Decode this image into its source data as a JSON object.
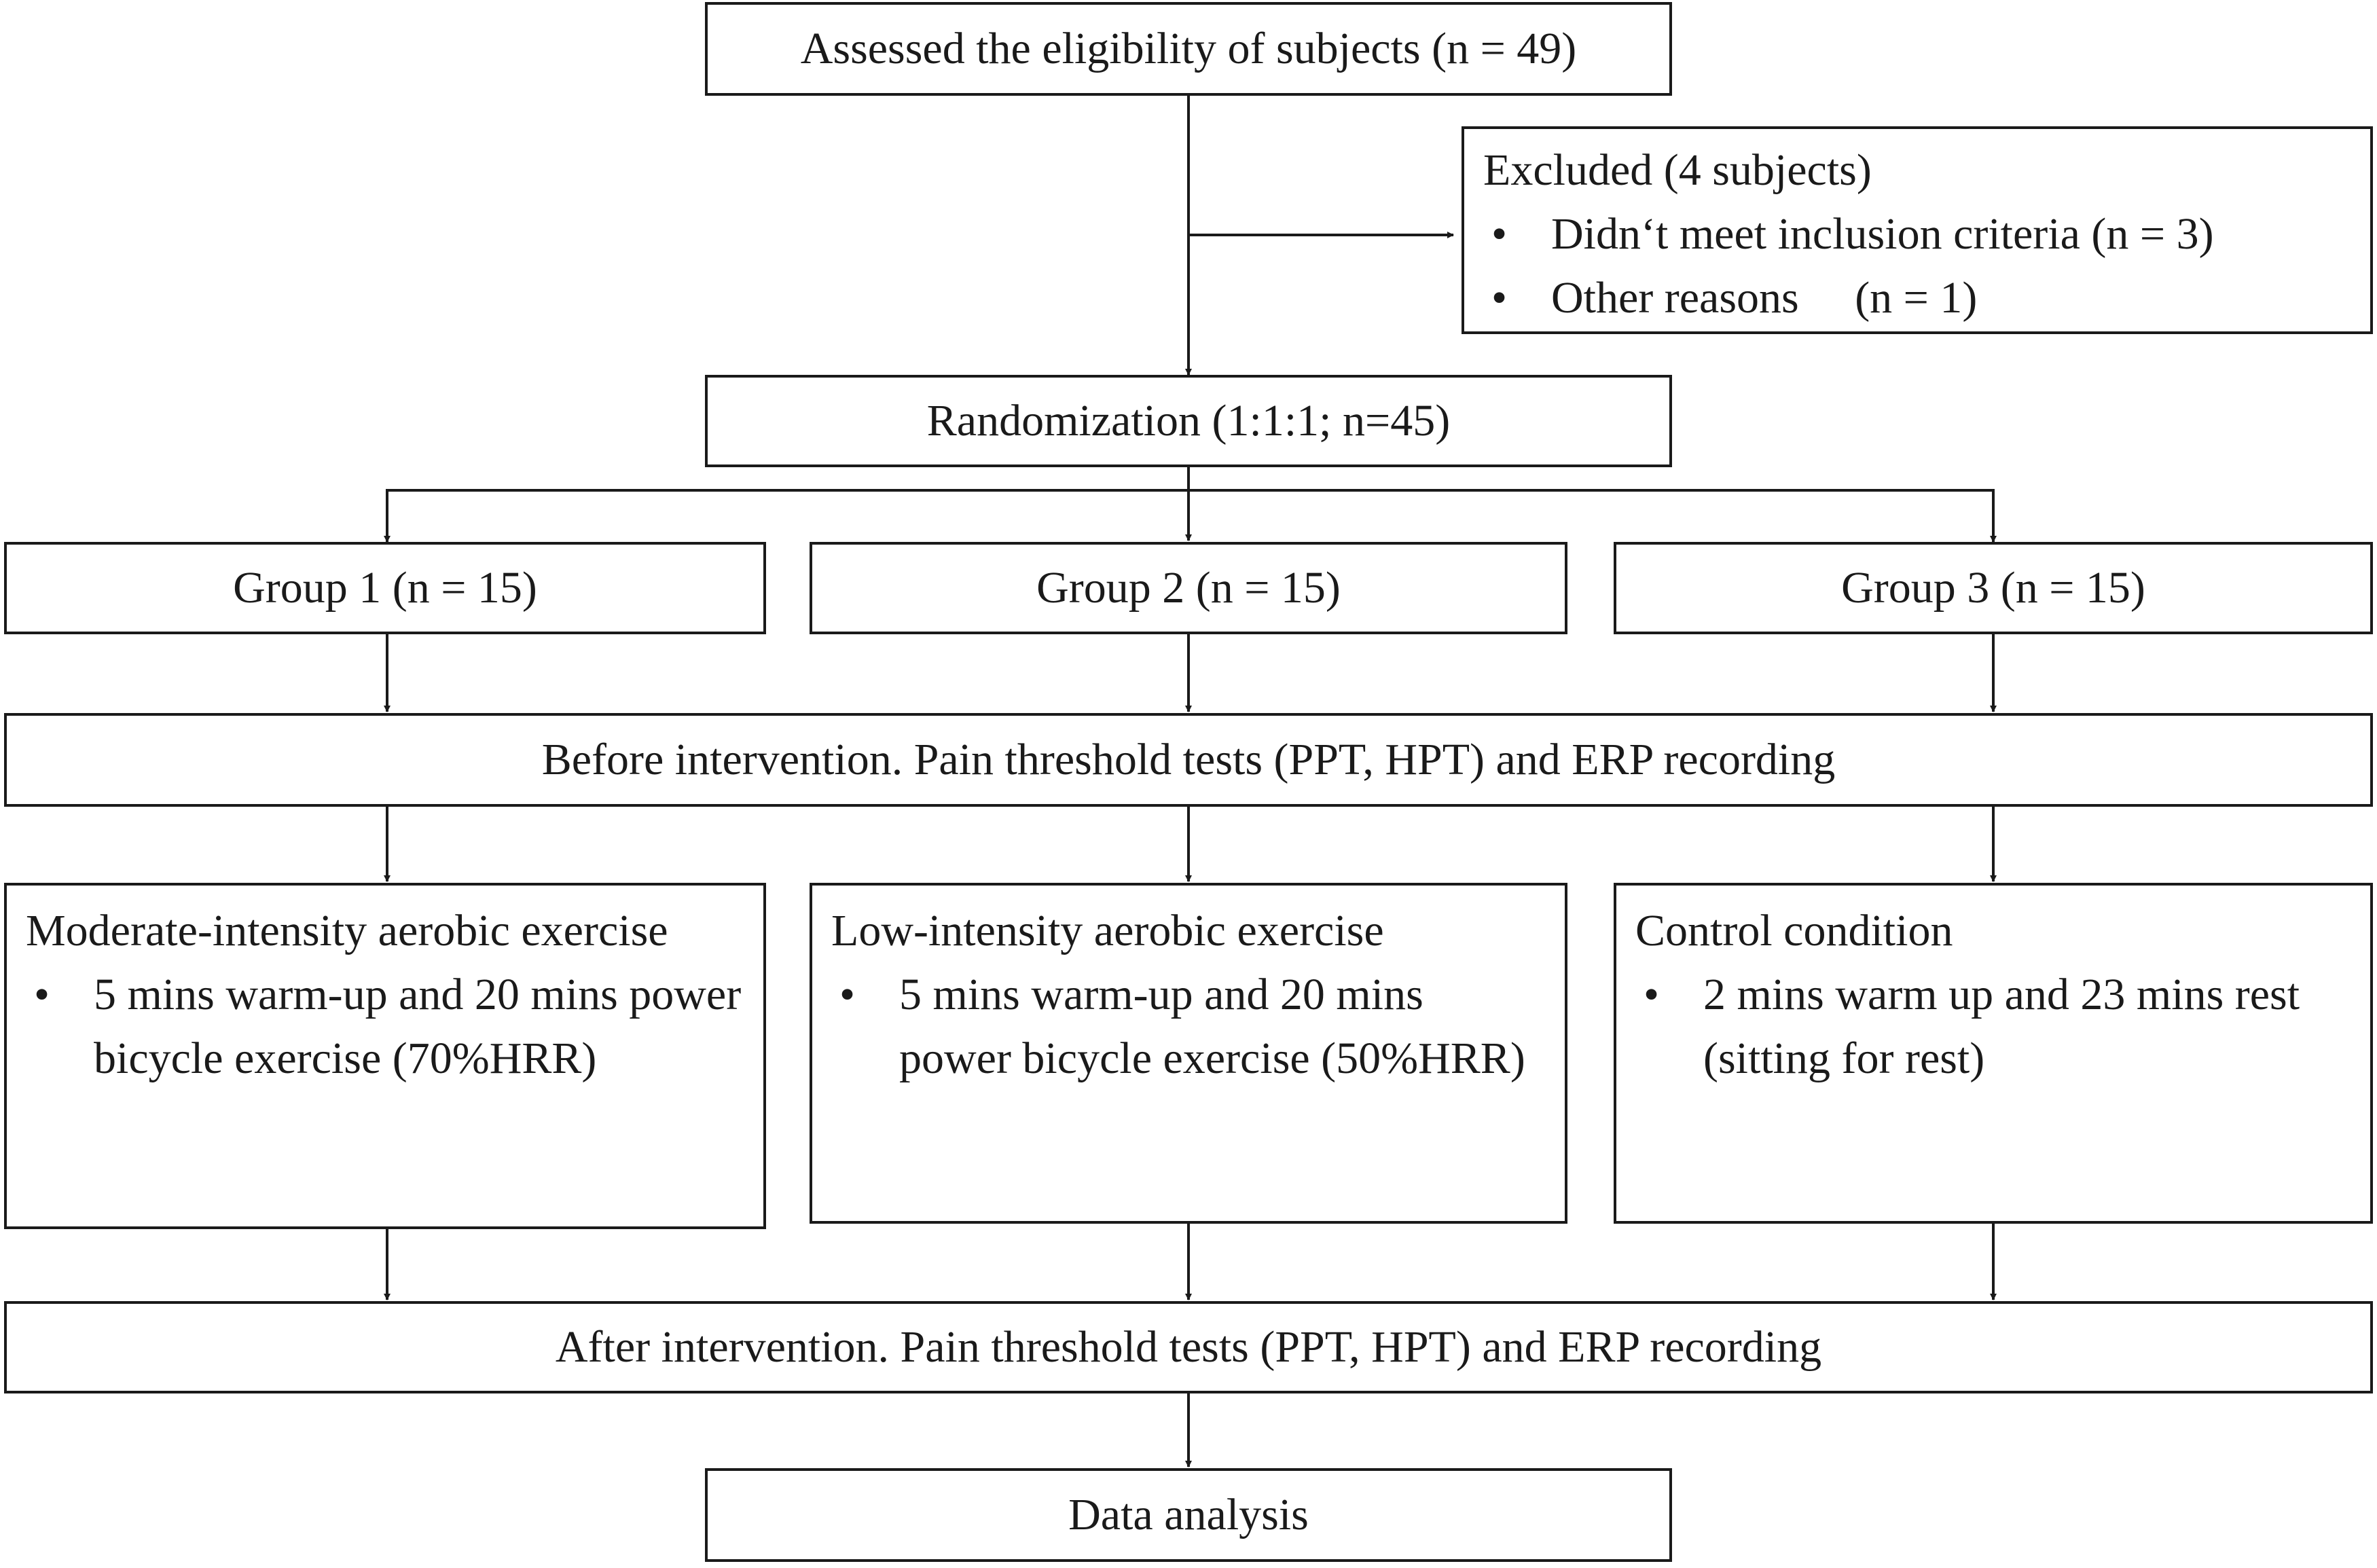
{
  "colors": {
    "line": "#1a1a1a",
    "background": "#ffffff"
  },
  "nodes": {
    "assessed": "Assessed the eligibility of subjects (n = 49)",
    "excluded": {
      "title": "Excluded (4 subjects)",
      "items": [
        "Didn‘t meet inclusion criteria (n = 3)",
        "Other reasons  (n = 1)"
      ]
    },
    "randomization": "Randomization (1:1:1; n=45)",
    "groups": [
      "Group 1 (n = 15)",
      "Group 2 (n = 15)",
      "Group 3 (n = 15)"
    ],
    "before": "Before intervention. Pain threshold tests (PPT, HPT) and ERP recording",
    "interventions": [
      {
        "title": "Moderate-intensity aerobic exercise",
        "items": [
          "5 mins warm-up and 20 mins power bicycle exercise (70%HRR)"
        ]
      },
      {
        "title": "Low-intensity aerobic exercise",
        "items": [
          "5 mins warm-up and 20 mins power bicycle exercise (50%HRR)"
        ]
      },
      {
        "title": "Control condition",
        "items": [
          "2 mins warm up and 23 mins rest (sitting for rest)"
        ]
      }
    ],
    "after": "After intervention. Pain threshold tests (PPT, HPT) and ERP recording",
    "analysis": "Data analysis"
  },
  "bullet": "•"
}
